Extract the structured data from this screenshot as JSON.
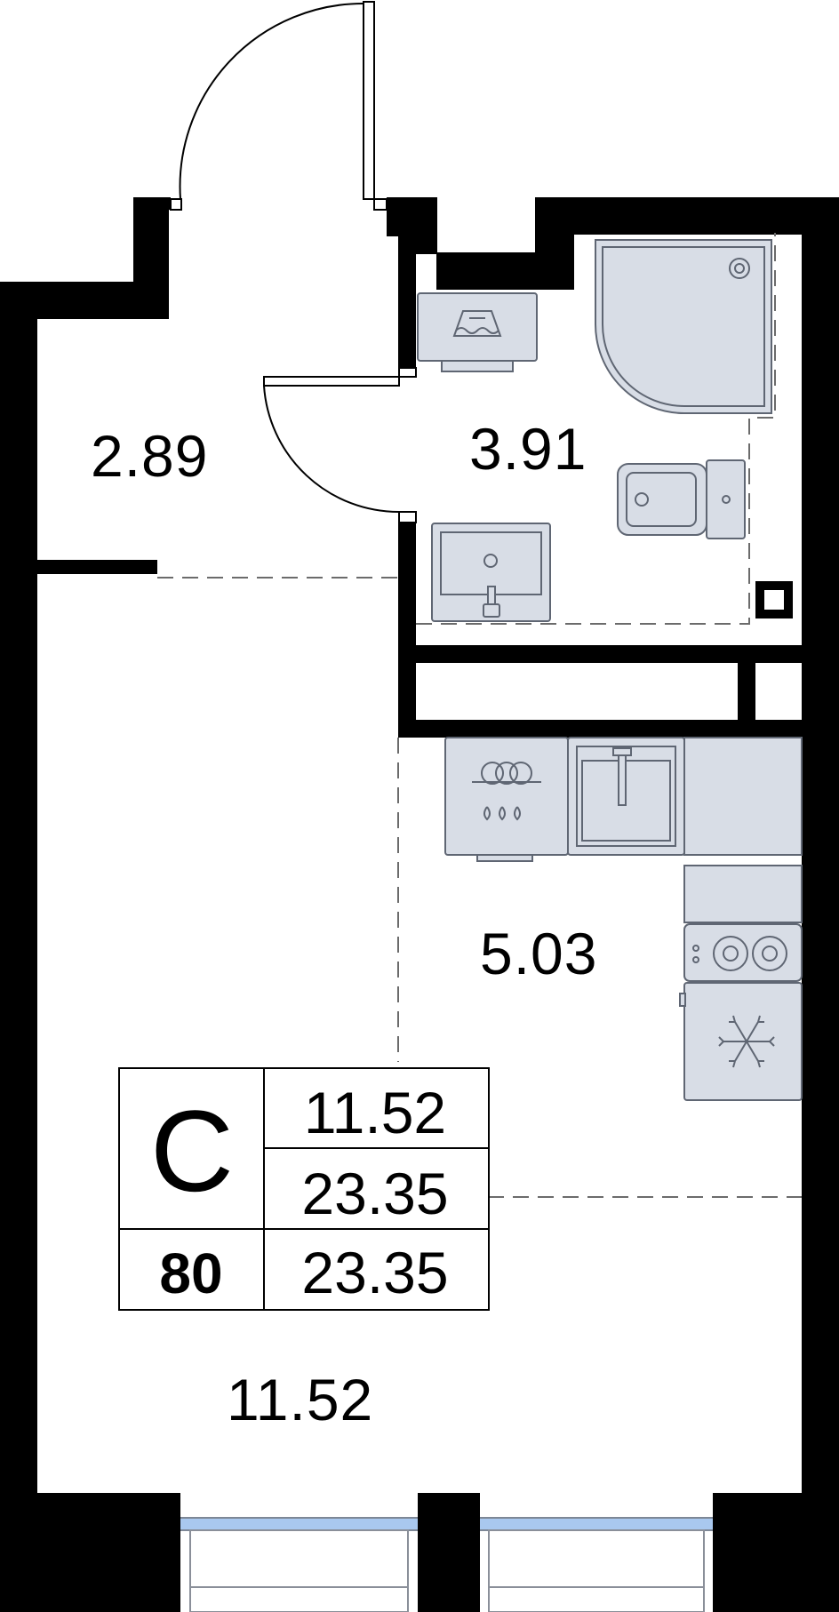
{
  "plan": {
    "rooms": [
      {
        "id": "hall",
        "area": "2.89"
      },
      {
        "id": "bathroom",
        "area": "3.91"
      },
      {
        "id": "kitchen",
        "area": "5.03"
      },
      {
        "id": "living",
        "area": "11.52"
      }
    ],
    "summary": {
      "type_letter": "С",
      "apartment_number": "80",
      "living_area": "11.52",
      "total_area": "23.35",
      "total_area_repeat": "23.35"
    },
    "icons": [
      "shower-icon",
      "washing-machine-icon",
      "toilet-icon",
      "washbasin-icon",
      "dishwasher-icon",
      "kitchen-sink-icon",
      "stove-icon",
      "fridge-icon",
      "ventilation-shaft-icon"
    ],
    "colors": {
      "wall": "#000000",
      "fixture_fill": "#d8dde6",
      "fixture_stroke": "#5f6673",
      "window": "#a9c8ef"
    }
  }
}
